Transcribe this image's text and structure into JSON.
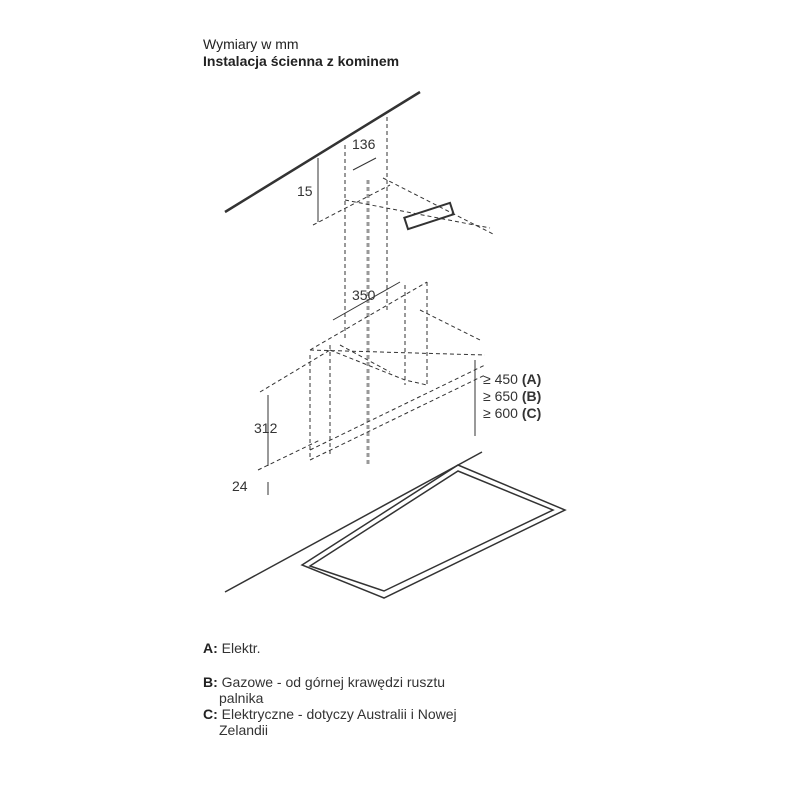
{
  "header": {
    "subtitle": "Wymiary w mm",
    "title": "Instalacja ścienna z kominem"
  },
  "dimensions": {
    "d136": "136",
    "d15": "15",
    "d350": "350",
    "d312": "312",
    "d24": "24",
    "clearance_a": "≥ 450",
    "clearance_b": "≥ 650",
    "clearance_c": "≥ 600",
    "key_a": "(A)",
    "key_b": "(B)",
    "key_c": "(C)"
  },
  "notes": [
    {
      "key": "A:",
      "text": "Elektr.",
      "cont": ""
    },
    {
      "key": "B:",
      "text": "Gazowe - od górnej krawędzi rusztu",
      "cont": "palnika"
    },
    {
      "key": "C:",
      "text": "Elektryczne - dotyczy Australii i Nowej",
      "cont": "Zelandii"
    }
  ]
}
